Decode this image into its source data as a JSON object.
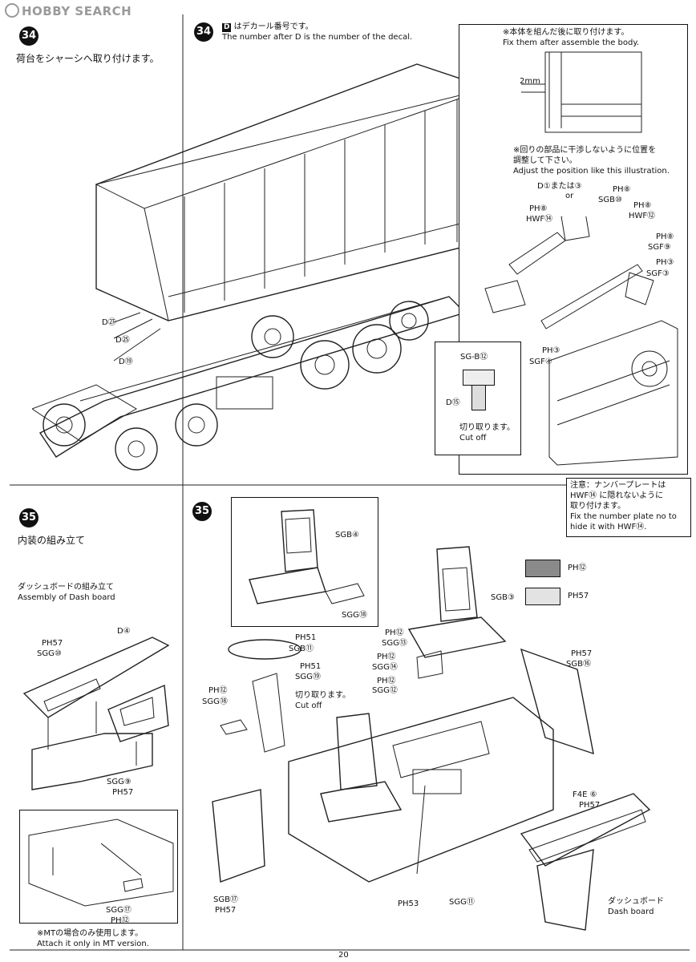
{
  "watermark": "HOBBY SEARCH",
  "page_number": "20",
  "step34": {
    "number": "34",
    "title_jp": "荷台をシャーシへ取り付けます。",
    "decal_note_jp": "はデカール番号です。",
    "decal_note_en": "The number after D is the number of the decal.",
    "decal_letter": "D",
    "decals": [
      "D㉗",
      "D㉕",
      "D⑲"
    ],
    "fix_note_jp": "※本体を組んだ後に取り付けます。",
    "fix_note_en": "Fix them after assemble the body.",
    "dim_label": "2mm",
    "adjust_note_jp1": "※回りの部品に干渉しないように位置を",
    "adjust_note_jp2": "調整して下さい。",
    "adjust_note_en": "Adjust the position like this illustration.",
    "parts": {
      "d_or_jp": "D①または③",
      "d_or_en": "or",
      "sgb10": "SGB⑩",
      "ph8": "PH⑧",
      "hwf12": "HWF⑫",
      "ph8b": "PH⑧",
      "hwf14": "HWF⑭",
      "ph8c": "PH⑧",
      "sgf9": "SGF⑨",
      "ph3": "PH③",
      "sgf3": "SGF③",
      "ph3b": "PH③",
      "sgf4": "SGF④"
    },
    "cut_box": {
      "part": "SG-B⑫",
      "decal": "D⑮",
      "cut_jp": "切り取ります。",
      "cut_en": "Cut off"
    },
    "caution": {
      "jp1": "注意：ナンバープレートは",
      "jp2": "HWF⑭ に隠れないように",
      "jp3": "取り付けます。",
      "en1": "Fix the number plate no to",
      "en2": "hide it with HWF⑭."
    }
  },
  "step35_left": {
    "number": "35",
    "title_jp": "内装の組み立て",
    "sub_jp": "ダッシュボードの組み立て",
    "sub_en": "Assembly of Dash board",
    "parts": {
      "d4": "D④",
      "ph57": "PH57",
      "sgg10": "SGG⑩",
      "sgg9": "SGG⑨",
      "ph57b": "PH57",
      "sgg17": "SGG⑰",
      "ph12": "PH⑫"
    },
    "mt_note_jp": "※MTの場合のみ使用します。",
    "mt_note_en": "Attach it only in MT version."
  },
  "step35_right": {
    "number": "35",
    "parts": {
      "sgb4": "SGB④",
      "sgg18_top": "SGG⑱",
      "ph12_sw": "PH⑫",
      "ph57_sw": "PH57",
      "sgb3": "SGB③",
      "ph51": "PH51",
      "sgb11": "SGB⑪",
      "ph51b": "PH51",
      "sgg19": "SGG⑲",
      "cut_jp": "切り取ります。",
      "cut_en": "Cut off",
      "ph12a": "PH⑫",
      "sgg18": "SGG⑱",
      "ph12b": "PH⑫",
      "sgg13": "SGG⑬",
      "ph12c": "PH⑫",
      "sgg14": "SGG⑭",
      "ph12d": "PH⑫",
      "sgg12": "SGG⑫",
      "ph57c": "PH57",
      "sgb16": "SGB⑯",
      "f4e6": "F4E ⑥",
      "ph57d": "PH57",
      "sgb17": "SGB⑰",
      "ph57e": "PH57",
      "ph53": "PH53",
      "sgg11": "SGG⑪",
      "dash_jp": "ダッシュボード",
      "dash_en": "Dash board"
    },
    "colors": {
      "dark": "#8a8a8a",
      "light": "#e3e3e3"
    }
  }
}
